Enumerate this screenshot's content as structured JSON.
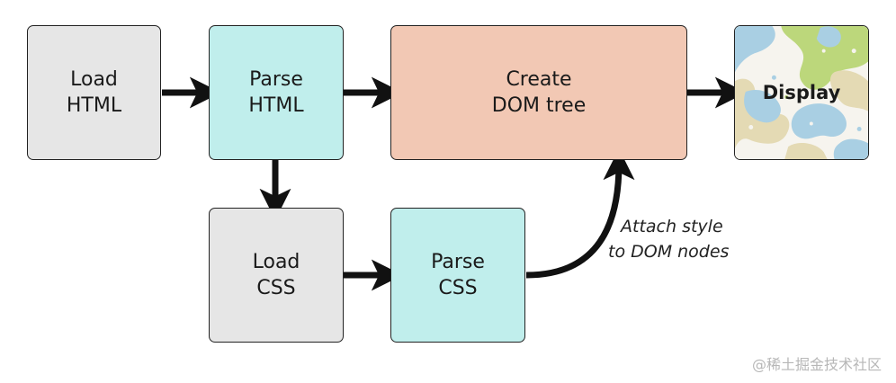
{
  "nodes": {
    "load_html": {
      "line1": "Load",
      "line2": "HTML",
      "fill": "#e6e6e6"
    },
    "parse_html": {
      "line1": "Parse",
      "line2": "HTML",
      "fill": "#c0eeec"
    },
    "create_dom": {
      "line1": "Create",
      "line2": "DOM tree",
      "fill": "#f2c8b4"
    },
    "display": {
      "label": "Display"
    },
    "load_css": {
      "line1": "Load",
      "line2": "CSS",
      "fill": "#e6e6e6"
    },
    "parse_css": {
      "line1": "Parse",
      "line2": "CSS",
      "fill": "#c0eeec"
    }
  },
  "edges": [
    {
      "from": "load_html",
      "to": "parse_html"
    },
    {
      "from": "parse_html",
      "to": "create_dom"
    },
    {
      "from": "create_dom",
      "to": "display"
    },
    {
      "from": "parse_html",
      "to": "load_css"
    },
    {
      "from": "load_css",
      "to": "parse_css"
    },
    {
      "from": "parse_css",
      "to": "create_dom",
      "label_line1": "Attach style",
      "label_line2": "to DOM nodes"
    }
  ],
  "edge_label": {
    "line1": "Attach style",
    "line2": "to DOM nodes"
  },
  "watermark": "@稀土掘金技术社区",
  "colors": {
    "arrow": "#111111",
    "border": "#222222",
    "blob_blue": "#a9cfe3",
    "blob_green": "#bcd77b",
    "blob_tan": "#e4dab4"
  }
}
